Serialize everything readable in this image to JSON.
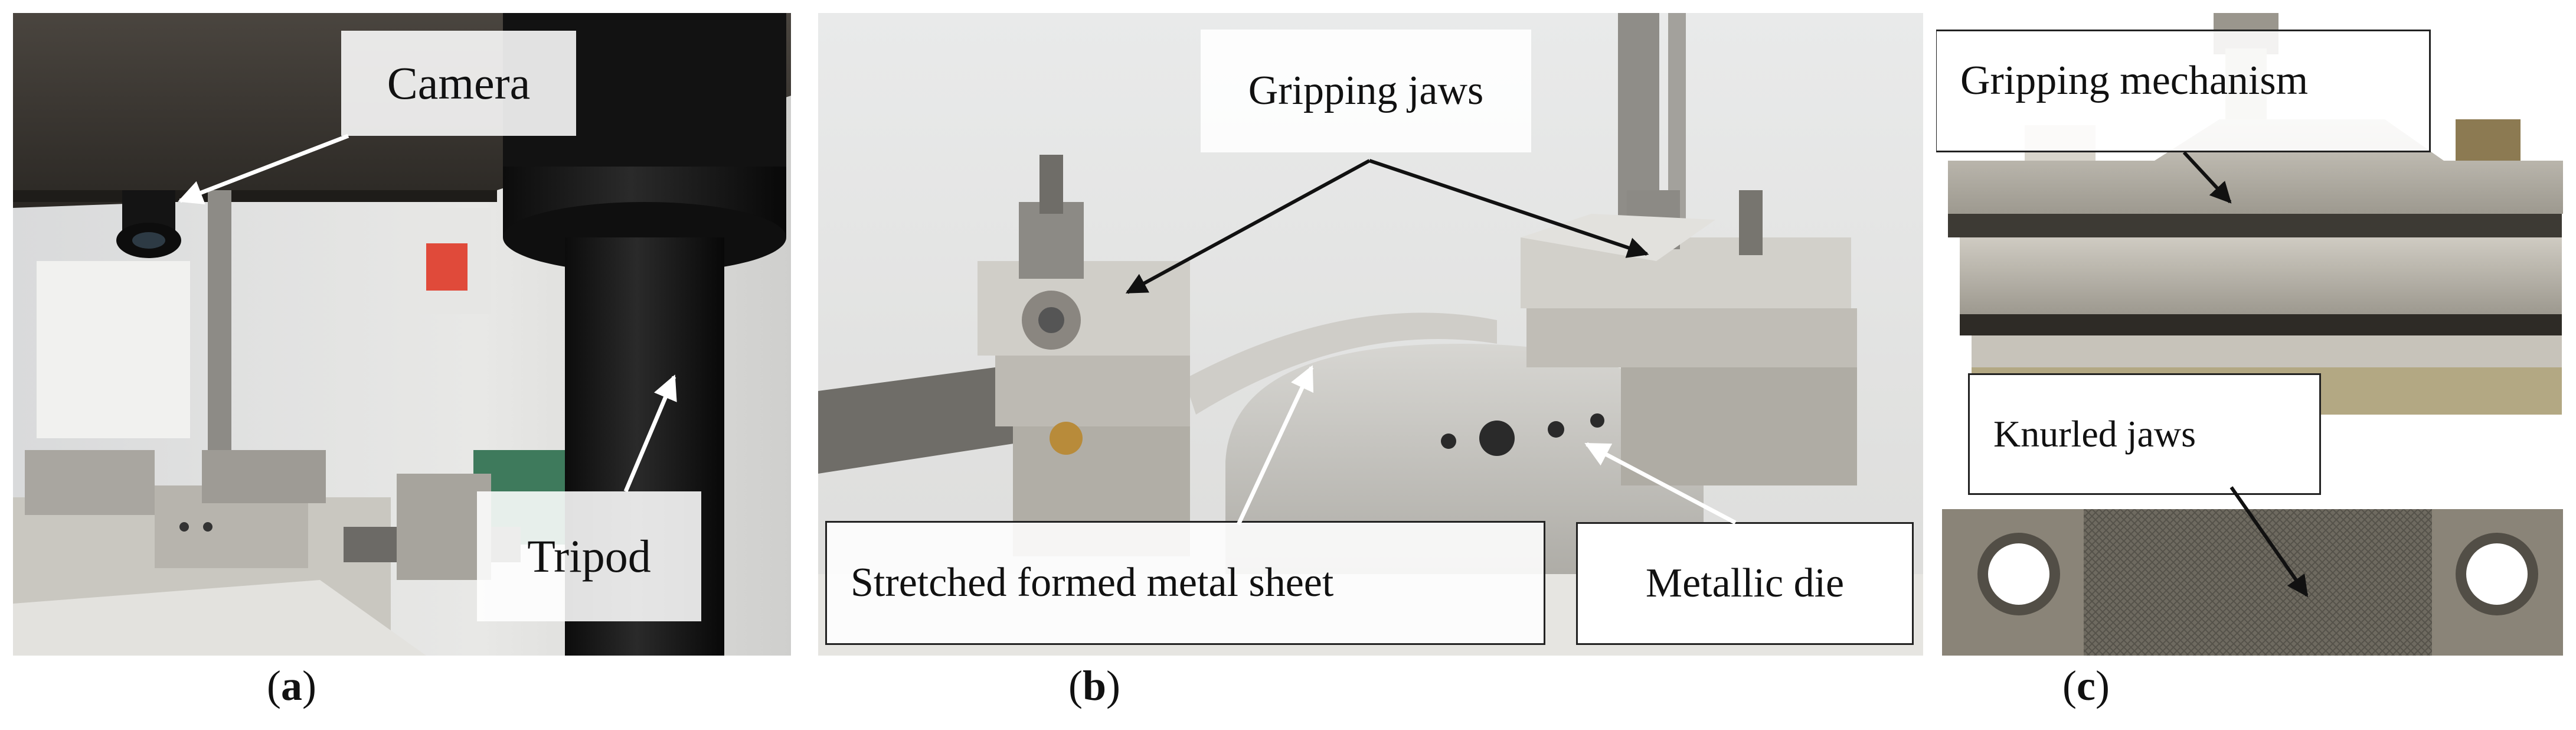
{
  "panels": {
    "a": {
      "caption_open": "(",
      "caption_letter": "a",
      "caption_close": ")",
      "labels": {
        "camera": "Camera",
        "tripod": "Tripod"
      }
    },
    "b": {
      "caption_open": "(",
      "caption_letter": "b",
      "caption_close": ")",
      "labels": {
        "gripping_jaws": "Gripping jaws",
        "stretched_sheet": "Stretched formed metal sheet",
        "metallic_die": "Metallic die"
      }
    },
    "c": {
      "caption_open": "(",
      "caption_letter": "c",
      "caption_close": ")",
      "labels": {
        "gripping_mechanism": "Gripping mechanism",
        "knurled_jaws": "Knurled jaws"
      }
    }
  },
  "colors": {
    "arrow_black": "#111111",
    "arrow_white": "#ffffff",
    "steel": "#b9b6ae",
    "dark_column": "#1c1c1c"
  }
}
